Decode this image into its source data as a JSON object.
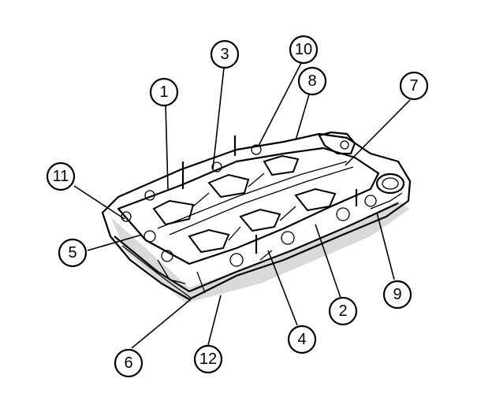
{
  "figure": {
    "subject": "intake-manifold-bolt-tightening-sequence"
  },
  "callouts": [
    {
      "id": "c1",
      "label": "1"
    },
    {
      "id": "c2",
      "label": "2"
    },
    {
      "id": "c3",
      "label": "3"
    },
    {
      "id": "c4",
      "label": "4"
    },
    {
      "id": "c5",
      "label": "5"
    },
    {
      "id": "c6",
      "label": "6"
    },
    {
      "id": "c7",
      "label": "7"
    },
    {
      "id": "c8",
      "label": "8"
    },
    {
      "id": "c9",
      "label": "9"
    },
    {
      "id": "c10",
      "label": "10"
    },
    {
      "id": "c11",
      "label": "11"
    },
    {
      "id": "c12",
      "label": "12"
    }
  ]
}
